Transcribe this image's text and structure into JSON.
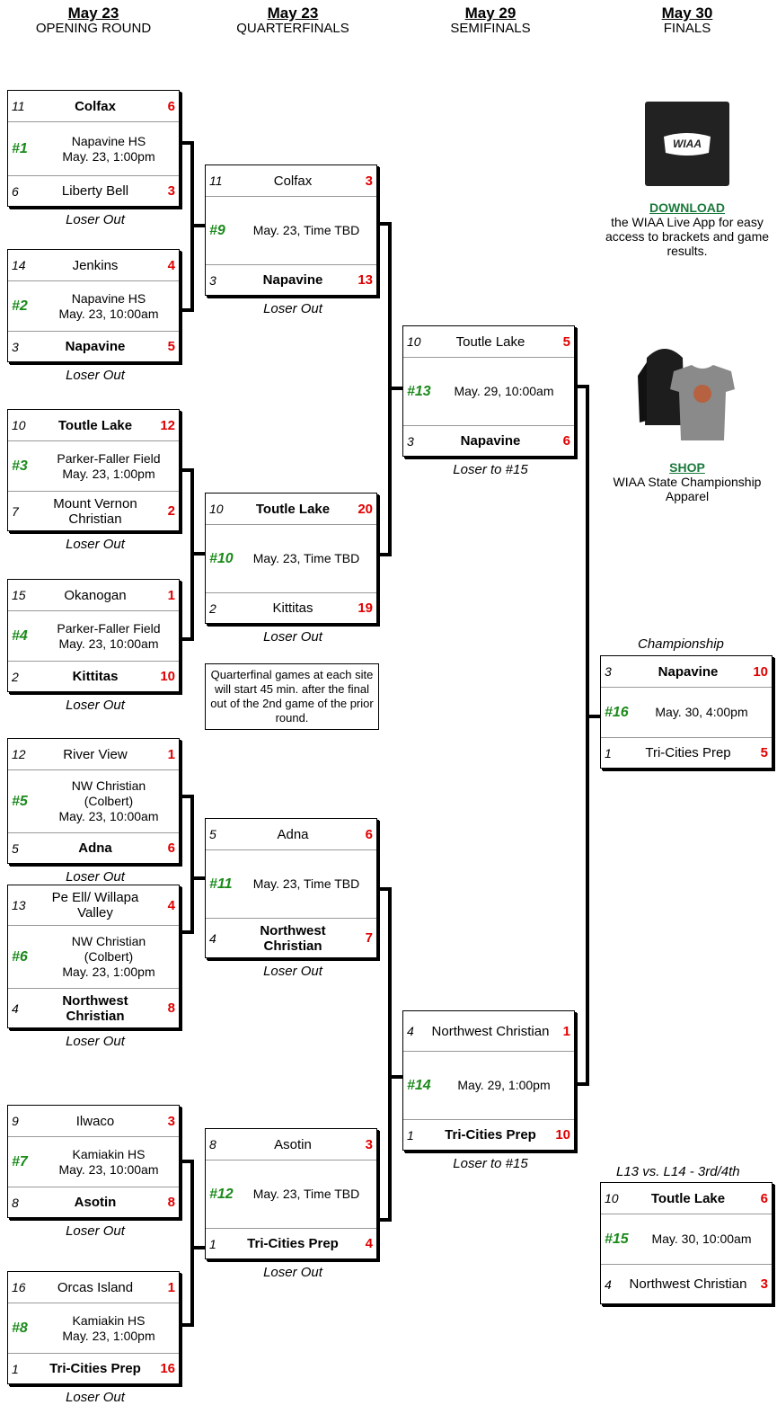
{
  "headers": [
    {
      "date": "May 23",
      "round": "OPENING ROUND"
    },
    {
      "date": "May 23",
      "round": "QUARTERFINALS"
    },
    {
      "date": "May 29",
      "round": "SEMIFINALS"
    },
    {
      "date": "May 30",
      "round": "FINALS"
    }
  ],
  "games": [
    {
      "top": {
        "seed": "11",
        "team": "Colfax",
        "score": "6",
        "win": true
      },
      "num": "#1",
      "info": "Napavine HS\nMay. 23, 1:00pm",
      "bot": {
        "seed": "6",
        "team": "Liberty Bell",
        "score": "3",
        "win": false
      },
      "note": "Loser Out"
    },
    {
      "top": {
        "seed": "14",
        "team": "Jenkins",
        "score": "4",
        "win": false
      },
      "num": "#2",
      "info": "Napavine HS\nMay. 23, 10:00am",
      "bot": {
        "seed": "3",
        "team": "Napavine",
        "score": "5",
        "win": true
      },
      "note": "Loser Out"
    },
    {
      "top": {
        "seed": "10",
        "team": "Toutle Lake",
        "score": "12",
        "win": true
      },
      "num": "#3",
      "info": "Parker-Faller Field\nMay. 23, 1:00pm",
      "bot": {
        "seed": "7",
        "team": "Mount Vernon Christian",
        "score": "2",
        "win": false
      },
      "note": "Loser Out"
    },
    {
      "top": {
        "seed": "15",
        "team": "Okanogan",
        "score": "1",
        "win": false
      },
      "num": "#4",
      "info": "Parker-Faller Field\nMay. 23, 10:00am",
      "bot": {
        "seed": "2",
        "team": "Kittitas",
        "score": "10",
        "win": true
      },
      "note": "Loser Out"
    },
    {
      "top": {
        "seed": "12",
        "team": "River View",
        "score": "1",
        "win": false
      },
      "num": "#5",
      "info": "NW Christian\n(Colbert)\nMay. 23, 10:00am",
      "bot": {
        "seed": "5",
        "team": "Adna",
        "score": "6",
        "win": true
      },
      "note": "Loser Out"
    },
    {
      "top": {
        "seed": "13",
        "team": "Pe Ell/ Willapa Valley",
        "score": "4",
        "win": false
      },
      "num": "#6",
      "info": "NW Christian\n(Colbert)\nMay. 23, 1:00pm",
      "bot": {
        "seed": "4",
        "team": "Northwest Christian",
        "score": "8",
        "win": true
      },
      "note": "Loser Out"
    },
    {
      "top": {
        "seed": "9",
        "team": "Ilwaco",
        "score": "3",
        "win": false
      },
      "num": "#7",
      "info": "Kamiakin HS\nMay. 23, 10:00am",
      "bot": {
        "seed": "8",
        "team": "Asotin",
        "score": "8",
        "win": true
      },
      "note": "Loser Out"
    },
    {
      "top": {
        "seed": "16",
        "team": "Orcas Island",
        "score": "1",
        "win": false
      },
      "num": "#8",
      "info": "Kamiakin HS\nMay. 23, 1:00pm",
      "bot": {
        "seed": "1",
        "team": "Tri-Cities Prep",
        "score": "16",
        "win": true
      },
      "note": "Loser Out"
    },
    {
      "top": {
        "seed": "11",
        "team": "Colfax",
        "score": "3",
        "win": false
      },
      "num": "#9",
      "info": "May. 23, Time TBD",
      "bot": {
        "seed": "3",
        "team": "Napavine",
        "score": "13",
        "win": true
      },
      "note": "Loser Out"
    },
    {
      "top": {
        "seed": "10",
        "team": "Toutle Lake",
        "score": "20",
        "win": true
      },
      "num": "#10",
      "info": "May. 23, Time TBD",
      "bot": {
        "seed": "2",
        "team": "Kittitas",
        "score": "19",
        "win": false
      },
      "note": "Loser Out"
    },
    {
      "top": {
        "seed": "5",
        "team": "Adna",
        "score": "6",
        "win": false
      },
      "num": "#11",
      "info": "May. 23, Time TBD",
      "bot": {
        "seed": "4",
        "team": "Northwest Christian",
        "score": "7",
        "win": true
      },
      "note": "Loser Out"
    },
    {
      "top": {
        "seed": "8",
        "team": "Asotin",
        "score": "3",
        "win": false
      },
      "num": "#12",
      "info": "May. 23, Time TBD",
      "bot": {
        "seed": "1",
        "team": "Tri-Cities Prep",
        "score": "4",
        "win": true
      },
      "note": "Loser Out"
    },
    {
      "top": {
        "seed": "10",
        "team": "Toutle Lake",
        "score": "5",
        "win": false
      },
      "num": "#13",
      "info": "May. 29, 10:00am",
      "bot": {
        "seed": "3",
        "team": "Napavine",
        "score": "6",
        "win": true
      },
      "note": "Loser to #15"
    },
    {
      "top": {
        "seed": "4",
        "team": "Northwest Christian",
        "score": "1",
        "win": false
      },
      "num": "#14",
      "info": "May. 29, 1:00pm",
      "bot": {
        "seed": "1",
        "team": "Tri-Cities Prep",
        "score": "10",
        "win": true
      },
      "note": "Loser to #15"
    },
    {
      "top": {
        "seed": "3",
        "team": "Napavine",
        "score": "10",
        "win": true
      },
      "num": "#16",
      "info": "May. 30, 4:00pm",
      "bot": {
        "seed": "1",
        "team": "Tri-Cities Prep",
        "score": "5",
        "win": false
      },
      "note": ""
    },
    {
      "top": {
        "seed": "10",
        "team": "Toutle Lake",
        "score": "6",
        "win": true
      },
      "num": "#15",
      "info": "May. 30, 10:00am",
      "bot": {
        "seed": "4",
        "team": "Northwest Christian",
        "score": "3",
        "win": false
      },
      "note": ""
    }
  ],
  "labels": {
    "championship": "Championship",
    "third": "L13 vs. L14 - 3rd/4th"
  },
  "info_box": "Quarterfinal games at each site will start 45 min. after the final out of the 2nd game of the prior round.",
  "ads": {
    "download_link": "DOWNLOAD",
    "download_text": "the WIAA Live App for easy access to brackets and game results.",
    "shop_link": "SHOP",
    "shop_text": "WIAA State Championship Apparel",
    "logo_text": "WIAA"
  }
}
